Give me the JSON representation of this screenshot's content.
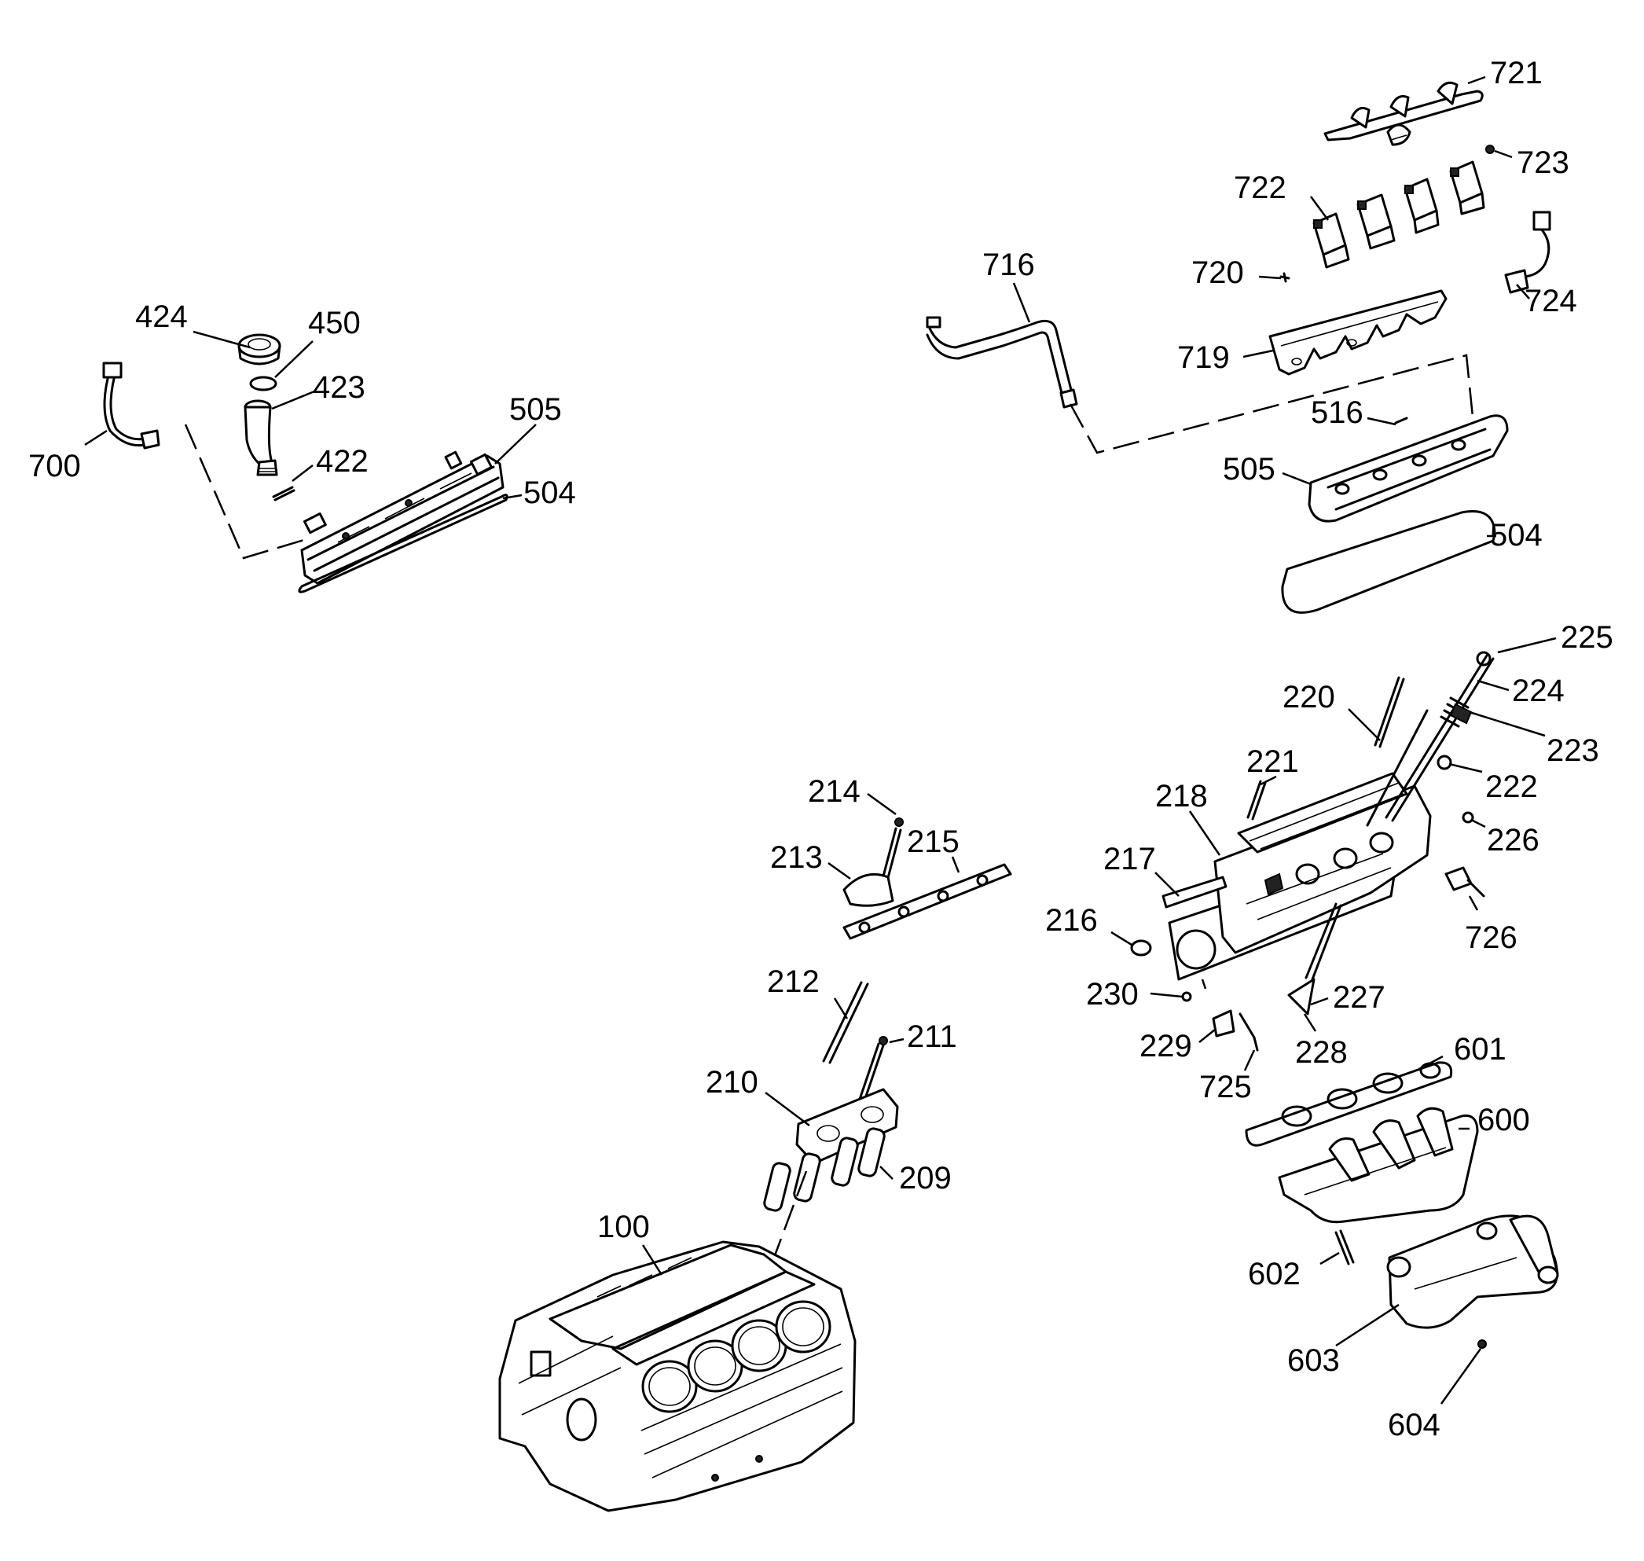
{
  "callouts": [
    "721",
    "723",
    "722",
    "724",
    "720",
    "716",
    "719",
    "516",
    "505",
    "504",
    "424",
    "450",
    "423",
    "422",
    "700",
    "505",
    "504",
    "225",
    "224",
    "223",
    "222",
    "220",
    "221",
    "218",
    "226",
    "217",
    "216",
    "230",
    "229",
    "725",
    "726",
    "227",
    "228",
    "601",
    "600",
    "602",
    "603",
    "604",
    "214",
    "213",
    "215",
    "212",
    "211",
    "210",
    "209",
    "100"
  ]
}
